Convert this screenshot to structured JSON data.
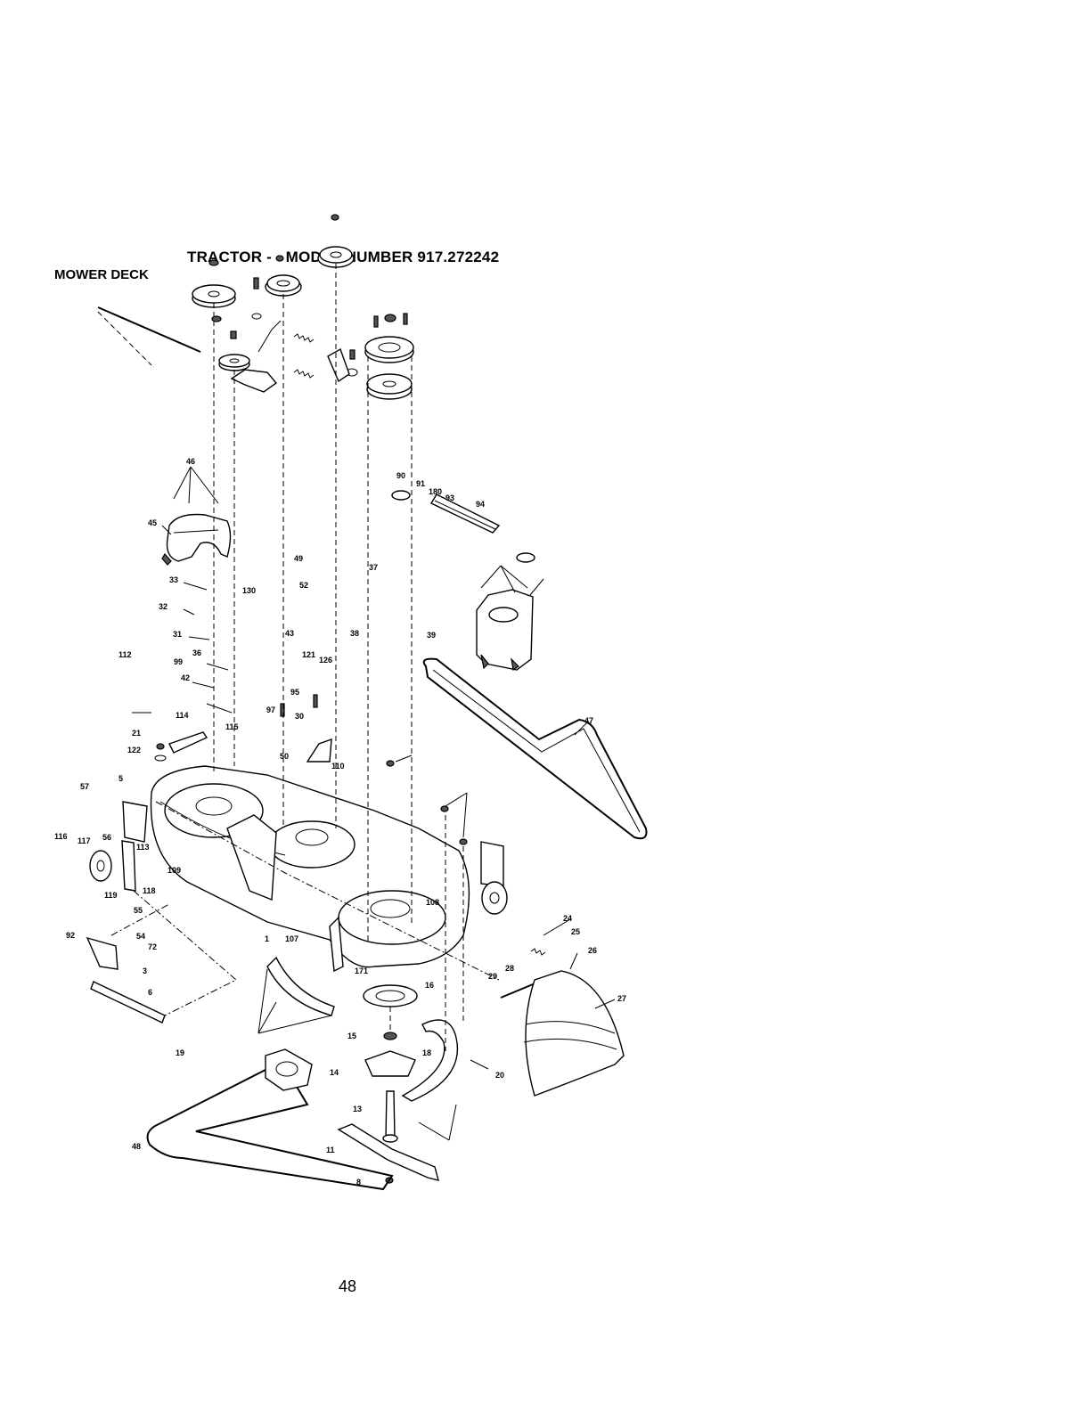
{
  "header": {
    "title": "TRACTOR - - MODEL NUMBER 917.272242",
    "section": "MOWER DECK"
  },
  "footer": {
    "page_number": "48"
  },
  "callouts": [
    "46",
    "45",
    "33",
    "32",
    "31",
    "36",
    "99",
    "42",
    "112",
    "21",
    "122",
    "114",
    "115",
    "97",
    "130",
    "49",
    "52",
    "43",
    "121",
    "95",
    "30",
    "50",
    "110",
    "126",
    "37",
    "39",
    "38",
    "47",
    "94",
    "93",
    "91",
    "180",
    "90",
    "57",
    "5",
    "116",
    "117",
    "56",
    "113",
    "118",
    "119",
    "109",
    "55",
    "92",
    "54",
    "72",
    "3",
    "6",
    "19",
    "1",
    "107",
    "171",
    "16",
    "108",
    "15",
    "14",
    "18",
    "20",
    "13",
    "11",
    "8",
    "48",
    "24",
    "25",
    "26",
    "27",
    "28",
    "29"
  ]
}
